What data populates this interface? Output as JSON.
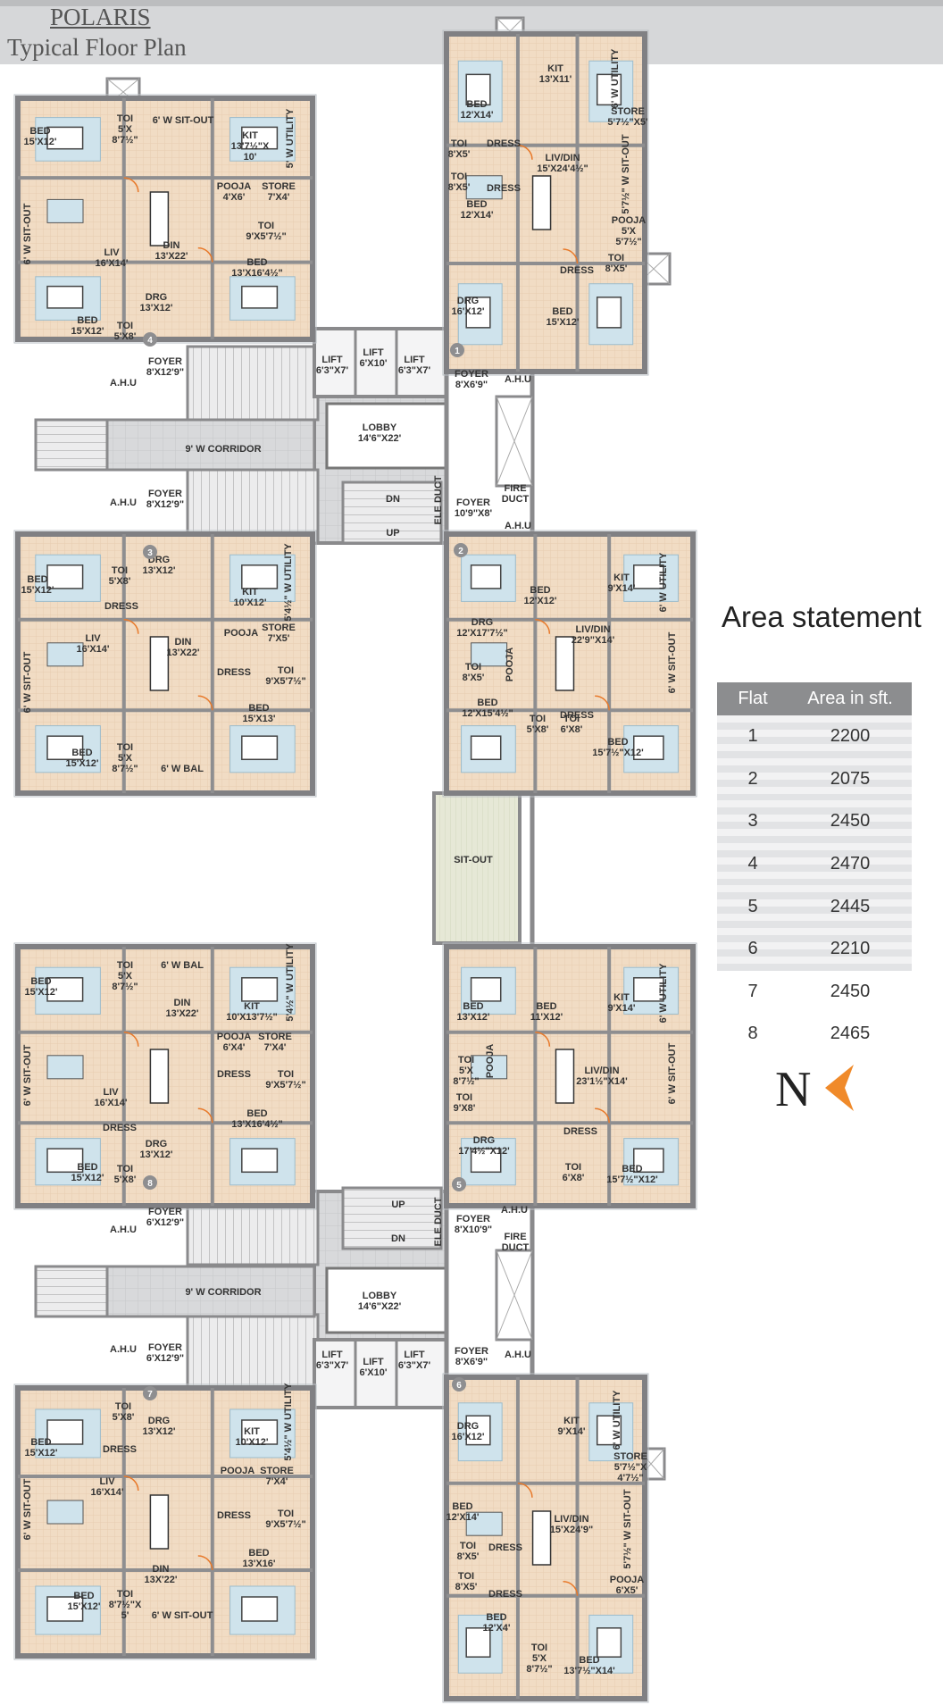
{
  "title": {
    "name": "POLARIS",
    "subtitle": "Typical Floor Plan"
  },
  "area_statement": {
    "title": "Area statement",
    "headers": [
      "Flat",
      "Area in sft."
    ],
    "rows": [
      [
        "1",
        "2200"
      ],
      [
        "2",
        "2075"
      ],
      [
        "3",
        "2450"
      ],
      [
        "4",
        "2470"
      ],
      [
        "5",
        "2445"
      ],
      [
        "6",
        "2210"
      ],
      [
        "7",
        "2450"
      ],
      [
        "8",
        "2465"
      ]
    ]
  },
  "north": {
    "letter": "N"
  },
  "labels": [
    [
      "BED|15'X12'",
      45,
      150
    ],
    [
      "TOI|5'X|8'7½\"",
      140,
      136
    ],
    [
      "6' W SIT-OUT",
      205,
      138
    ],
    [
      "KIT|13'7½\"X|10'",
      280,
      155
    ],
    [
      "5' W UTILITY",
      328,
      155,
      -90
    ],
    [
      "6' W SIT-OUT",
      34,
      262,
      -90
    ],
    [
      "DIN|13'X22'",
      192,
      278
    ],
    [
      "POOJA|4'X6'",
      262,
      212
    ],
    [
      "STORE|7'X4'",
      312,
      212
    ],
    [
      "TOI|9'X5'7½\"",
      298,
      256
    ],
    [
      "LIV|16'X14'",
      125,
      286
    ],
    [
      "BED|13'X16'4½\"",
      288,
      297
    ],
    [
      "DRG|13'X12'",
      175,
      336
    ],
    [
      "BED|15'X12'",
      98,
      362
    ],
    [
      "TOI|5'X8'",
      140,
      368
    ],
    [
      "FOYER|8'X12'9\"",
      185,
      408
    ],
    [
      "A.H.U",
      138,
      432
    ],
    [
      "9' W CORRIDOR",
      250,
      506
    ],
    [
      "A.H.U",
      138,
      566
    ],
    [
      "FOYER|8'X12'9\"",
      185,
      556
    ],
    [
      "BED|12'X14'",
      534,
      120
    ],
    [
      "KIT|13'X11'",
      622,
      80
    ],
    [
      "6' W UTILITY",
      692,
      88,
      -90
    ],
    [
      "STORE|5'7½\"X5'",
      703,
      128
    ],
    [
      "TOI|8'X5'",
      514,
      164
    ],
    [
      "DRESS",
      564,
      164
    ],
    [
      "TOI|8'X5'",
      514,
      201
    ],
    [
      "DRESS",
      564,
      214
    ],
    [
      "LIV/DIN|15'X24'4½\"",
      630,
      180
    ],
    [
      "5'7½\" W SIT-OUT",
      704,
      195,
      -90
    ],
    [
      "BED|12'X14'",
      534,
      232
    ],
    [
      "POOJA|5'X|5'7½\"",
      704,
      250
    ],
    [
      "DRESS",
      646,
      306
    ],
    [
      "TOI|8'X5'",
      690,
      292
    ],
    [
      "DRG|16'X12'",
      524,
      340
    ],
    [
      "BED|15'X12'",
      630,
      352
    ],
    [
      "FOYER|8'X6'9\"",
      528,
      422
    ],
    [
      "A.H.U",
      580,
      428
    ],
    [
      "LIFT|6'3\"X7'",
      372,
      406
    ],
    [
      "LIFT|6'X10'",
      418,
      398
    ],
    [
      "LIFT|6'3\"X7'",
      464,
      406
    ],
    [
      "LOBBY|14'6\"X22'",
      425,
      482
    ],
    [
      "ELE DUCT",
      494,
      560,
      -90
    ],
    [
      "FOYER|10'9\"X8'",
      530,
      566
    ],
    [
      "FIRE|DUCT",
      577,
      550
    ],
    [
      "A.H.U",
      580,
      592
    ],
    [
      "DN",
      440,
      562
    ],
    [
      "UP",
      440,
      600
    ],
    [
      "BED|15'X12'",
      42,
      652
    ],
    [
      "TOI|5'X8'",
      134,
      642
    ],
    [
      "DRG|13'X12'",
      178,
      630
    ],
    [
      "KIT|10'X12'",
      280,
      666
    ],
    [
      "5'4½\" W UTILITY",
      326,
      652,
      -90
    ],
    [
      "DRESS",
      136,
      682
    ],
    [
      "LIV|16'X14'",
      104,
      718
    ],
    [
      "DIN|13'X22'",
      205,
      722
    ],
    [
      "POOJA",
      270,
      712
    ],
    [
      "STORE|7'X5'",
      312,
      706
    ],
    [
      "6' W SIT-OUT",
      34,
      764,
      -90
    ],
    [
      "DRESS",
      262,
      756
    ],
    [
      "TOI|9'X5'7½\"",
      320,
      754
    ],
    [
      "BED|15'X13'",
      290,
      796
    ],
    [
      "BED|15'X12'",
      92,
      846
    ],
    [
      "TOI|5'X|8'7½\"",
      140,
      840
    ],
    [
      "6' W BAL",
      204,
      864
    ],
    [
      "DRG|12'X17'7½\"",
      540,
      700
    ],
    [
      "BED|12'X12'",
      605,
      664
    ],
    [
      "KIT|9'X14'",
      696,
      650
    ],
    [
      "6' W UTILITY",
      746,
      652,
      -90
    ],
    [
      "LIV/DIN|22'9\"X14'",
      664,
      708
    ],
    [
      "6' W SIT-OUT",
      756,
      742,
      -90
    ],
    [
      "POOJA",
      574,
      744,
      -90
    ],
    [
      "TOI|8'X5'",
      530,
      750
    ],
    [
      "BED|12'X15'4½\"",
      546,
      790
    ],
    [
      "DRESS",
      646,
      804
    ],
    [
      "TOI|5'X8'",
      602,
      808
    ],
    [
      "TOI|6'X8'",
      640,
      808
    ],
    [
      "BED|15'7½\"X12'",
      692,
      834
    ],
    [
      "SIT-OUT",
      530,
      966
    ],
    [
      "TOI|5'X|8'7½\"",
      140,
      1084
    ],
    [
      "6' W BAL",
      204,
      1084
    ],
    [
      "BED|15'X12'",
      46,
      1102
    ],
    [
      "DIN|13'X22'",
      204,
      1126
    ],
    [
      "KIT|10'X13'7½\"",
      282,
      1130
    ],
    [
      "5'4½\" W UTILITY",
      328,
      1100,
      -90
    ],
    [
      "POOJA|6'X4'",
      262,
      1164
    ],
    [
      "STORE|7'X4'",
      308,
      1164
    ],
    [
      "6' W SIT-OUT",
      34,
      1204,
      -90
    ],
    [
      "LIV|16'X14'",
      124,
      1226
    ],
    [
      "DRESS",
      262,
      1206
    ],
    [
      "TOI|9'X5'7½\"",
      320,
      1206
    ],
    [
      "DRESS",
      134,
      1266
    ],
    [
      "DRG|13'X12'",
      175,
      1284
    ],
    [
      "BED|13'X16'4½\"",
      288,
      1250
    ],
    [
      "BED|15'X12'",
      98,
      1310
    ],
    [
      "TOI|5'X8'",
      140,
      1312
    ],
    [
      "FOYER|6'X12'9\"",
      185,
      1360
    ],
    [
      "A.H.U",
      138,
      1380
    ],
    [
      "BED|13'X12'",
      530,
      1130
    ],
    [
      "BED|11'X12'",
      612,
      1130
    ],
    [
      "KIT|9'X14'",
      696,
      1120
    ],
    [
      "6' W UTILITY",
      746,
      1112,
      -90
    ],
    [
      "TOI|5'X|8'7½\"",
      522,
      1190
    ],
    [
      "POOJA",
      552,
      1188,
      -90
    ],
    [
      "LIV/DIN|23'1½\"X14'",
      674,
      1202
    ],
    [
      "6' W SIT-OUT",
      756,
      1202,
      -90
    ],
    [
      "TOI|9'X8'",
      520,
      1232
    ],
    [
      "DRG|17'4½\"X12'",
      542,
      1280
    ],
    [
      "DRESS",
      650,
      1270
    ],
    [
      "TOI|6'X8'",
      642,
      1310
    ],
    [
      "BED|15'7½\"X12'",
      708,
      1312
    ],
    [
      "FOYER|8'X10'9\"",
      530,
      1368
    ],
    [
      "A.H.U",
      576,
      1358
    ],
    [
      "FIRE|DUCT",
      577,
      1388
    ],
    [
      "ELE DUCT",
      494,
      1368,
      -90
    ],
    [
      "UP",
      446,
      1352
    ],
    [
      "DN",
      446,
      1390
    ],
    [
      "LOBBY|14'6\"X22'",
      425,
      1454
    ],
    [
      "9' W CORRIDOR",
      250,
      1450
    ],
    [
      "A.H.U",
      138,
      1514
    ],
    [
      "FOYER|6'X12'9\"",
      185,
      1512
    ],
    [
      "LIFT|6'3\"X7'",
      372,
      1520
    ],
    [
      "LIFT|6'X10'",
      418,
      1528
    ],
    [
      "LIFT|6'3\"X7'",
      464,
      1520
    ],
    [
      "FOYER|8'X6'9\"",
      528,
      1516
    ],
    [
      "A.H.U",
      580,
      1520
    ],
    [
      "BED|15'X12'",
      46,
      1618
    ],
    [
      "TOI|5'X8'",
      138,
      1578
    ],
    [
      "DRG|13'X12'",
      178,
      1594
    ],
    [
      "KIT|10'X12'",
      282,
      1606
    ],
    [
      "5'4½\" W UTILITY",
      326,
      1592,
      -90
    ],
    [
      "DRESS",
      134,
      1626
    ],
    [
      "LIV|16'X14'",
      120,
      1662
    ],
    [
      "POOJA",
      266,
      1650
    ],
    [
      "STORE|7'X4'",
      310,
      1650
    ],
    [
      "6' W SIT-OUT",
      34,
      1690,
      -90
    ],
    [
      "DRESS",
      262,
      1700
    ],
    [
      "TOI|9'X5'7½\"",
      320,
      1698
    ],
    [
      "BED|13'X16'",
      290,
      1742
    ],
    [
      "DIN|13X'22'",
      180,
      1760
    ],
    [
      "BED|15'X12'",
      94,
      1790
    ],
    [
      "TOI|8'7½\"X|5'",
      140,
      1788
    ],
    [
      "6' W SIT-OUT",
      204,
      1812
    ],
    [
      "DRG|16'X12'",
      524,
      1600
    ],
    [
      "KIT|9'X14'",
      640,
      1594
    ],
    [
      "6' W UTILITY",
      694,
      1590,
      -90
    ],
    [
      "STORE|5'7½\"X|4'7½\"",
      706,
      1634
    ],
    [
      "BED|12'X14'",
      518,
      1690
    ],
    [
      "LIV/DIN|15'X24'9\"",
      640,
      1704
    ],
    [
      "5'7½\" W SIT-OUT",
      706,
      1712,
      -90
    ],
    [
      "TOI|8'X5'",
      524,
      1734
    ],
    [
      "DRESS",
      566,
      1736
    ],
    [
      "TOI|8'X5'",
      522,
      1768
    ],
    [
      "DRESS",
      566,
      1788
    ],
    [
      "POOJA|6'X5'",
      702,
      1772
    ],
    [
      "BED|12'X4'",
      556,
      1814
    ],
    [
      "TOI|5'X|8'7½\"",
      604,
      1848
    ],
    [
      "BED|13'7½\"X14'",
      660,
      1862
    ]
  ],
  "flat_markers": [
    [
      "4",
      168,
      380
    ],
    [
      "1",
      512,
      392
    ],
    [
      "3",
      168,
      618
    ],
    [
      "2",
      516,
      616
    ],
    [
      "8",
      168,
      1324
    ],
    [
      "5",
      514,
      1326
    ],
    [
      "7",
      168,
      1560
    ],
    [
      "6",
      514,
      1550
    ]
  ]
}
